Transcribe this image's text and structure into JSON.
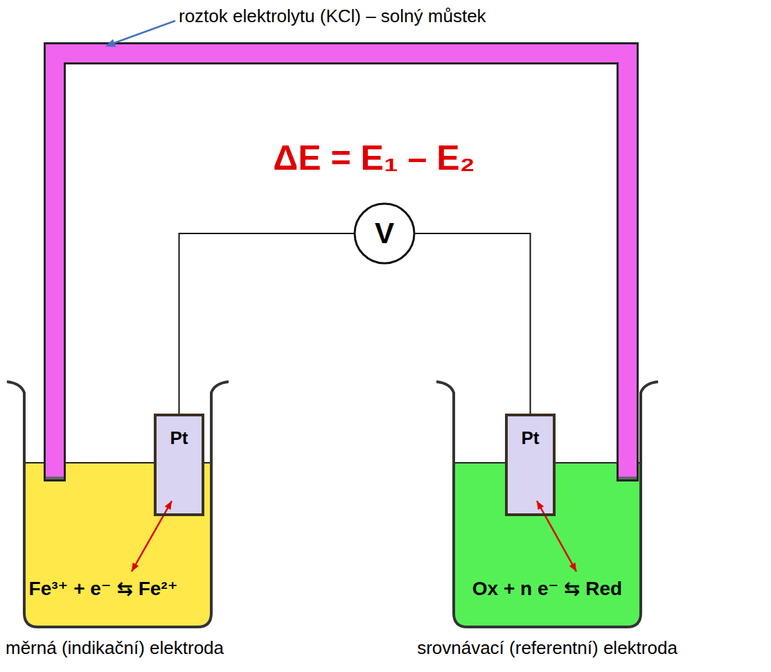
{
  "diagram": {
    "nodes": [
      {
        "text": [
          "V"
        ]
      },
      {
        "text": [
          "Fe³⁺ + e⁻ ⇆ Fe²⁺"
        ]
      },
      {
        "text": [
          "Pt"
        ],
        "in": 1
      },
      {
        "text": [
          "Ox + n e⁻ ⇆ Red"
        ]
      },
      {
        "text": [
          "Pt"
        ],
        "in": 3
      }
    ],
    "edges": [
      {
        "from": 2,
        "to": 0,
        "arrow": "none"
      },
      {
        "from": 0,
        "to": 4,
        "arrow": "none"
      }
    ],
    "labels": [
      "roztok elektrolytu (KCl) – solný můstek",
      "ΔE = E₁ – E₂",
      "měrná (indikační) elektroda",
      "srovnávací (referentní) elektroda"
    ]
  }
}
